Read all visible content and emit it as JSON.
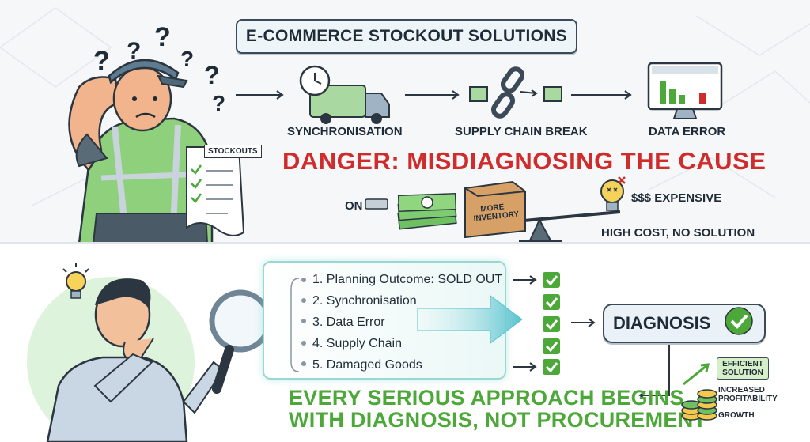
{
  "title": "E-COMMERCE STOCKOUT SOLUTIONS",
  "causes": [
    {
      "label": "SYNCHRONISATION",
      "icon": "clock-truck-icon"
    },
    {
      "label": "SUPPLY CHAIN BREAK",
      "icon": "broken-chain-icon"
    },
    {
      "label": "DATA ERROR",
      "icon": "monitor-chart-icon"
    }
  ],
  "clipboard_label": "STOCKOUTS",
  "danger_heading": "DANGER: MISDIAGNOSING THE CAUSE",
  "spend_label": "ON",
  "box_label": "MORE INVENTORY",
  "expensive_label": "$$$ EXPENSIVE",
  "outcome_label": "HIGH COST, NO SOLUTION",
  "checklist": [
    "1. Planning Outcome: SOLD OUT",
    "2. Synchronisation",
    "3. Data Error",
    "4. Supply Chain",
    "5. Damaged Goods"
  ],
  "diagnosis_label": "DIAGNOSIS",
  "conclusion_line1": "EVERY SERIOUS APPROACH BEGINS",
  "conclusion_line2": "WITH DIAGNOSIS, NOT PROCUREMENT",
  "solution_label": "EFFICIENT SOLUTION",
  "profit_label": "INCREASED PROFITABILITY",
  "growth_label": "GROWTH",
  "colors": {
    "danger": "#d02c2c",
    "success": "#4ca838",
    "outline": "#3c4a57"
  }
}
